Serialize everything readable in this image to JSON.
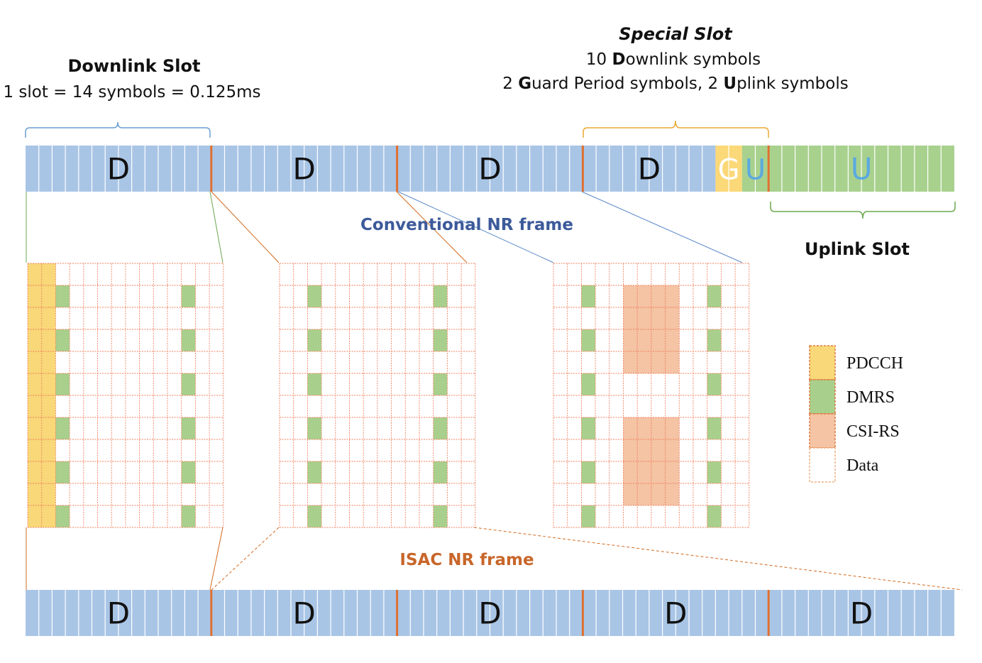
{
  "top_annotations": {
    "downlink_slot": {
      "title": "Downlink Slot",
      "subtitle": "1 slot = 14 symbols = 0.125ms"
    },
    "special_slot": {
      "title": "Special Slot",
      "line1_bold": "D",
      "line1_rest": "ownlink symbols",
      "line1_prefix": "10 ",
      "line2_prefix": "2 ",
      "line2_bold1": "G",
      "line2_mid": "uard Period symbols, 2 ",
      "line2_bold2": "U",
      "line2_rest": "plink symbols"
    },
    "uplink_slot": {
      "title": "Uplink Slot"
    }
  },
  "frames": {
    "conventional": {
      "caption": "Conventional NR frame",
      "slots": [
        {
          "type": "downlink",
          "label": "D",
          "symbols": 14
        },
        {
          "type": "downlink",
          "label": "D",
          "symbols": 14
        },
        {
          "type": "downlink",
          "label": "D",
          "symbols": 14
        },
        {
          "type": "special",
          "label": "D",
          "guard_label": "G",
          "uplink_label": "U",
          "downlink_symbols": 10,
          "guard_symbols": 2,
          "uplink_symbols": 2
        },
        {
          "type": "uplink",
          "label": "U",
          "symbols": 14
        }
      ]
    },
    "isac": {
      "caption": "ISAC NR frame",
      "slots": [
        {
          "type": "downlink",
          "label": "D",
          "symbols": 14
        },
        {
          "type": "downlink",
          "label": "D",
          "symbols": 14
        },
        {
          "type": "downlink",
          "label": "D",
          "symbols": 14
        },
        {
          "type": "downlink",
          "label": "D",
          "symbols": 14
        },
        {
          "type": "downlink",
          "label": "D",
          "symbols": 14
        }
      ]
    }
  },
  "resource_grids": [
    {
      "name": "grid-conventional-downlink",
      "columns": 14,
      "rows": 12,
      "pdcch_columns": [
        0,
        1
      ],
      "dmrs_columns": [
        2,
        11
      ],
      "dmrs_rows": [
        1,
        3,
        5,
        7,
        9,
        11
      ],
      "csirs_blocks": []
    },
    {
      "name": "grid-isac-dmrs",
      "columns": 14,
      "rows": 12,
      "pdcch_columns": [],
      "dmrs_columns": [
        2,
        11
      ],
      "dmrs_rows": [
        1,
        3,
        5,
        7,
        9,
        11
      ],
      "csirs_blocks": []
    },
    {
      "name": "grid-isac-csirs",
      "columns": 14,
      "rows": 12,
      "pdcch_columns": [],
      "dmrs_columns": [
        2,
        11
      ],
      "dmrs_rows": [
        1,
        3,
        5,
        7,
        9,
        11
      ],
      "csirs_blocks": [
        {
          "cols": [
            5,
            8
          ],
          "rows": [
            1,
            4
          ]
        },
        {
          "cols": [
            5,
            8
          ],
          "rows": [
            7,
            10
          ]
        }
      ]
    }
  ],
  "legend": [
    {
      "label": "PDCCH",
      "fill": "#f8d878",
      "stroke": "#e07840",
      "dashed": true
    },
    {
      "label": "DMRS",
      "fill": "#a8d08c",
      "stroke": "#e07840",
      "dashed": true
    },
    {
      "label": "CSI-RS",
      "fill": "#f4c4a4",
      "stroke": "#e07840",
      "dashed": true
    },
    {
      "label": "Data",
      "fill": "#ffffff",
      "stroke": "#f0b080",
      "dashed": true
    }
  ],
  "colors": {
    "downlink_fill": "#a9c5e6",
    "uplink_fill": "#a9d18e",
    "guard_fill": "#fbd878",
    "symbol_divider": "#ffffff",
    "slot_boundary": "#e07030",
    "text_dark": "#111111",
    "conventional_caption": "#3c5a9a",
    "isac_caption": "#c8662a",
    "uplink_letter": "#5aa9e0",
    "guard_letter": "#ffffff",
    "brace_downlink": "#6a9fd0",
    "brace_special": "#e8a830",
    "brace_uplink": "#6aa84f",
    "grid_line": "#f08060",
    "pdcch": "#f8d878",
    "dmrs": "#a8d08c",
    "csirs": "#f4c4a4"
  }
}
